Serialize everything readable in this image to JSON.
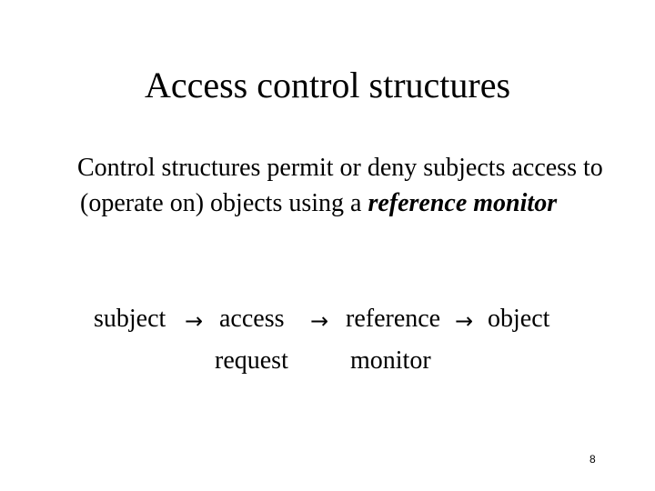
{
  "slide": {
    "title": "Access control structures",
    "body": {
      "lead": "Control structures permit or deny subjects access to (operate on) objects using a ",
      "emphasis": "reference monitor"
    },
    "flow": {
      "subject": "subject",
      "access": "access",
      "reference": "reference",
      "object": "object",
      "request": "request",
      "monitor": "monitor",
      "arrow_icon": "right-arrow-icon",
      "arrow_glyph": "→"
    },
    "page_number": "8"
  }
}
